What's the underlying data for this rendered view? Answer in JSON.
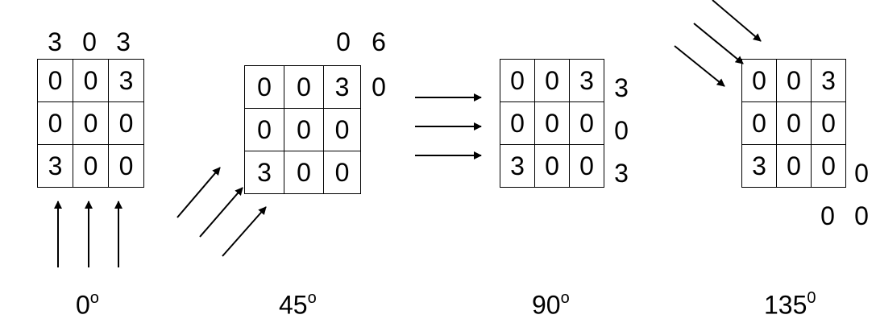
{
  "panels": [
    {
      "angle": "0",
      "angle_sup": "o",
      "grid": [
        [
          "0",
          "0",
          "3"
        ],
        [
          "0",
          "0",
          "0"
        ],
        [
          "3",
          "0",
          "0"
        ]
      ],
      "sums": [
        "3",
        "0",
        "3"
      ]
    },
    {
      "angle": "45",
      "angle_sup": "o",
      "grid": [
        [
          "0",
          "0",
          "3"
        ],
        [
          "0",
          "0",
          "0"
        ],
        [
          "3",
          "0",
          "0"
        ]
      ],
      "sums": [
        "0",
        "6",
        "0"
      ]
    },
    {
      "angle": "90",
      "angle_sup": "o",
      "grid": [
        [
          "0",
          "0",
          "3"
        ],
        [
          "0",
          "0",
          "0"
        ],
        [
          "3",
          "0",
          "0"
        ]
      ],
      "sums": [
        "3",
        "0",
        "3"
      ]
    },
    {
      "angle": "135",
      "angle_sup": "0",
      "grid": [
        [
          "0",
          "0",
          "3"
        ],
        [
          "0",
          "0",
          "0"
        ],
        [
          "3",
          "0",
          "0"
        ]
      ],
      "sums": [
        "0",
        "0",
        "0"
      ]
    }
  ]
}
